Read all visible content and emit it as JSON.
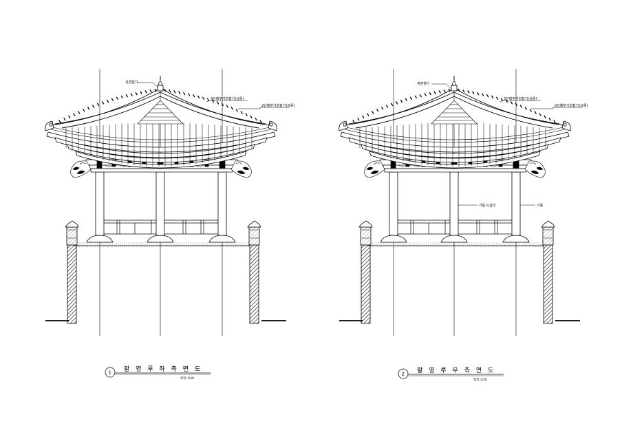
{
  "sheet": {
    "colors": {
      "line": "#000000",
      "paper": "#ffffff",
      "hatch": "#111111"
    }
  },
  "elevations": [
    {
      "id": "left",
      "number": "1",
      "title": "팔 영 루   좌 측 면 도",
      "scale": "축척  1/30",
      "annotations": [
        {
          "text": "귀면철기"
        },
        {
          "text": "3단매무기와질기(상용)"
        },
        {
          "text": "2단매무기와질기(상용)"
        }
      ]
    },
    {
      "id": "right",
      "number": "2",
      "title": "팔 영 루   우 측 면 도",
      "scale": "축척  1/30",
      "annotations": [
        {
          "text": "귀면철기"
        },
        {
          "text": "3단매무기와질기(상용)"
        },
        {
          "text": "2단매무기와질기(상용)"
        },
        {
          "text": "기둥 드잡이"
        },
        {
          "text": "기둥"
        }
      ]
    }
  ]
}
